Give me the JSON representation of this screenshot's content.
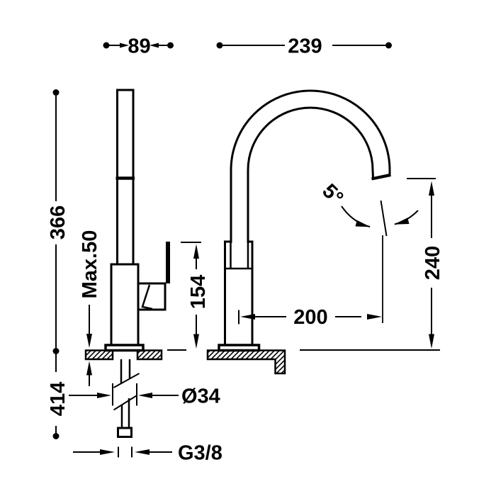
{
  "drawing": {
    "background_color": "#ffffff",
    "line_color": "#000000",
    "labels": {
      "width_left_view": "89",
      "width_right_view": "239",
      "total_height": "366",
      "max_deck_thickness": "Max.50",
      "handle_height_above_deck": "154",
      "outlet_angle": "5°",
      "outlet_height": "240",
      "spout_reach": "200",
      "under_deck_length": "414",
      "shank_diameter": "Ø34",
      "supply_thread": "G3/8"
    }
  }
}
